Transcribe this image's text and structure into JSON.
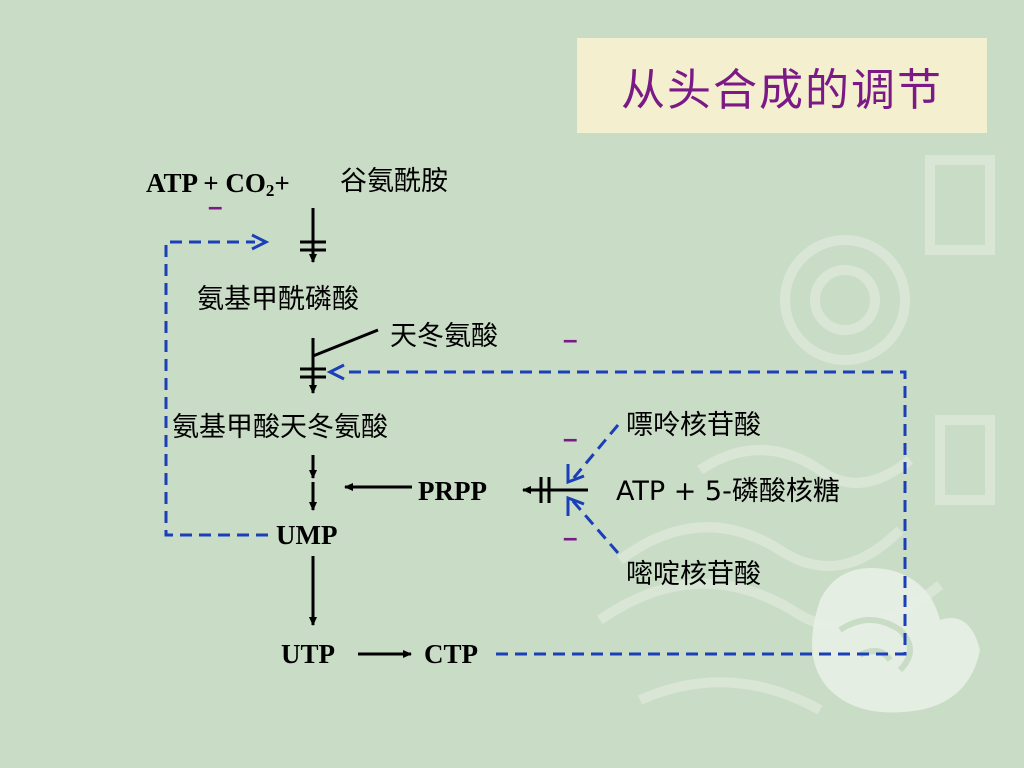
{
  "title": "从头合成的调节",
  "inhibit_symbol": "–",
  "nodes": {
    "substrates_a": "ATP + CO",
    "substrates_sub": "2",
    "substrates_b": "+",
    "glutamine": "谷氨酰胺",
    "carbamoyl_phosphate": "氨基甲酰磷酸",
    "aspartate": "天冬氨酸",
    "carbamoyl_aspartate": "氨基甲酸天冬氨酸",
    "prpp": "PRPP",
    "ump": "UMP",
    "utp": "UTP",
    "ctp": "CTP",
    "purine_nucleotides": "嘌呤核苷酸",
    "atp_ribose5p": "ATP + 5-磷酸核糖",
    "pyrimidine_nucleotides": "嘧啶核苷酸"
  },
  "colors": {
    "title_text": "#7b1a86",
    "title_box": "#f4efcf",
    "background": "#c9dcc6",
    "feedback_line": "#1a3fb8",
    "inhibit": "#7b1a86",
    "arrow": "#000000"
  }
}
